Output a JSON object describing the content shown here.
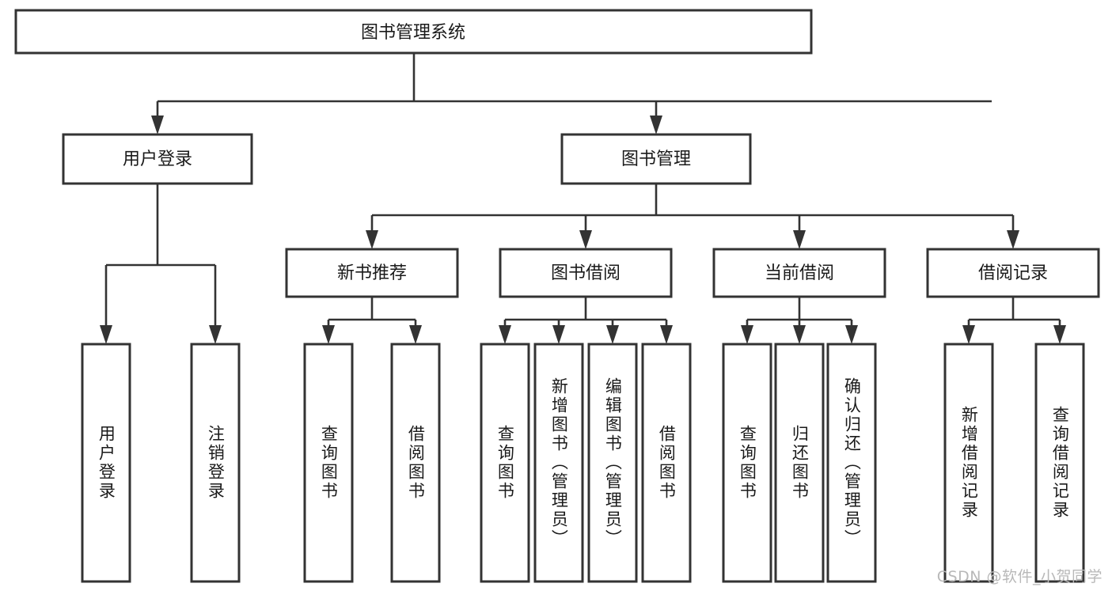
{
  "diagram": {
    "title": "图书管理系统",
    "type": "tree-hierarchy-chart",
    "root": {
      "id": "root",
      "label": "图书管理系统"
    },
    "level1": [
      {
        "id": "user-login",
        "label": "用户登录"
      },
      {
        "id": "book-manage",
        "label": "图书管理"
      }
    ],
    "level2": [
      {
        "id": "new-book-recommend",
        "label": "新书推荐",
        "parent": "book-manage"
      },
      {
        "id": "book-borrow",
        "label": "图书借阅",
        "parent": "book-manage"
      },
      {
        "id": "current-borrow",
        "label": "当前借阅",
        "parent": "book-manage"
      },
      {
        "id": "borrow-record",
        "label": "借阅记录",
        "parent": "book-manage"
      }
    ],
    "leaves": {
      "user_login": [
        {
          "id": "leaf-user-login",
          "label": "用户登录"
        },
        {
          "id": "leaf-user-logout",
          "label": "注销登录"
        }
      ],
      "new_book_recommend": [
        {
          "id": "leaf-query-book-1",
          "label": "查询图书"
        },
        {
          "id": "leaf-borrow-book-1",
          "label": "借阅图书"
        }
      ],
      "book_borrow": [
        {
          "id": "leaf-query-book-2",
          "label": "查询图书"
        },
        {
          "id": "leaf-add-book",
          "label": "新增图书（管理员）"
        },
        {
          "id": "leaf-edit-book",
          "label": "编辑图书（管理员）"
        },
        {
          "id": "leaf-borrow-book-2",
          "label": "借阅图书"
        }
      ],
      "current_borrow": [
        {
          "id": "leaf-query-book-3",
          "label": "查询图书"
        },
        {
          "id": "leaf-return-book",
          "label": "归还图书"
        },
        {
          "id": "leaf-confirm-return",
          "label": "确认归还（管理员）"
        }
      ],
      "borrow_record": [
        {
          "id": "leaf-add-record",
          "label": "新增借阅记录"
        },
        {
          "id": "leaf-query-record",
          "label": "查询借阅记录"
        }
      ]
    }
  },
  "watermark": {
    "text": "CSDN @软件_小贺同学"
  },
  "colors": {
    "box_stroke": "#333333",
    "box_fill": "#ffffff",
    "connector": "#333333",
    "text": "#1a1a1a",
    "watermark": "#b8b8b8",
    "background": "#ffffff"
  }
}
